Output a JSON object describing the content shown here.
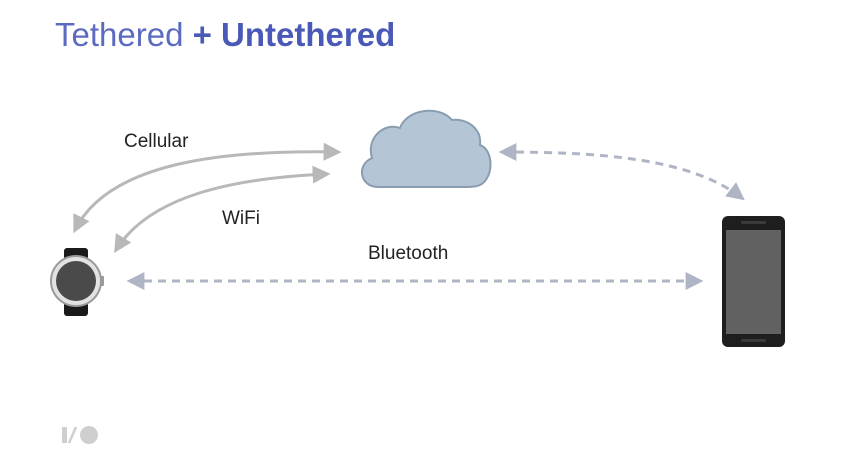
{
  "title": {
    "part1": "Tethered",
    "part2": "+ Untethered"
  },
  "diagram": {
    "nodes": {
      "cloud": "cloud-icon",
      "watch": "smartwatch-icon",
      "phone": "smartphone-icon"
    },
    "connections": {
      "cellular": "Cellular",
      "wifi": "WiFi",
      "bluetooth": "Bluetooth"
    },
    "colors": {
      "title": "#5c6bc0",
      "arrow": "#b8b8b8",
      "dashed_arrow": "#b0b5c5",
      "cloud_fill": "#b4c6d6",
      "cloud_stroke": "#8a9db0"
    }
  },
  "footer": {
    "logo": "io-logo-icon"
  }
}
